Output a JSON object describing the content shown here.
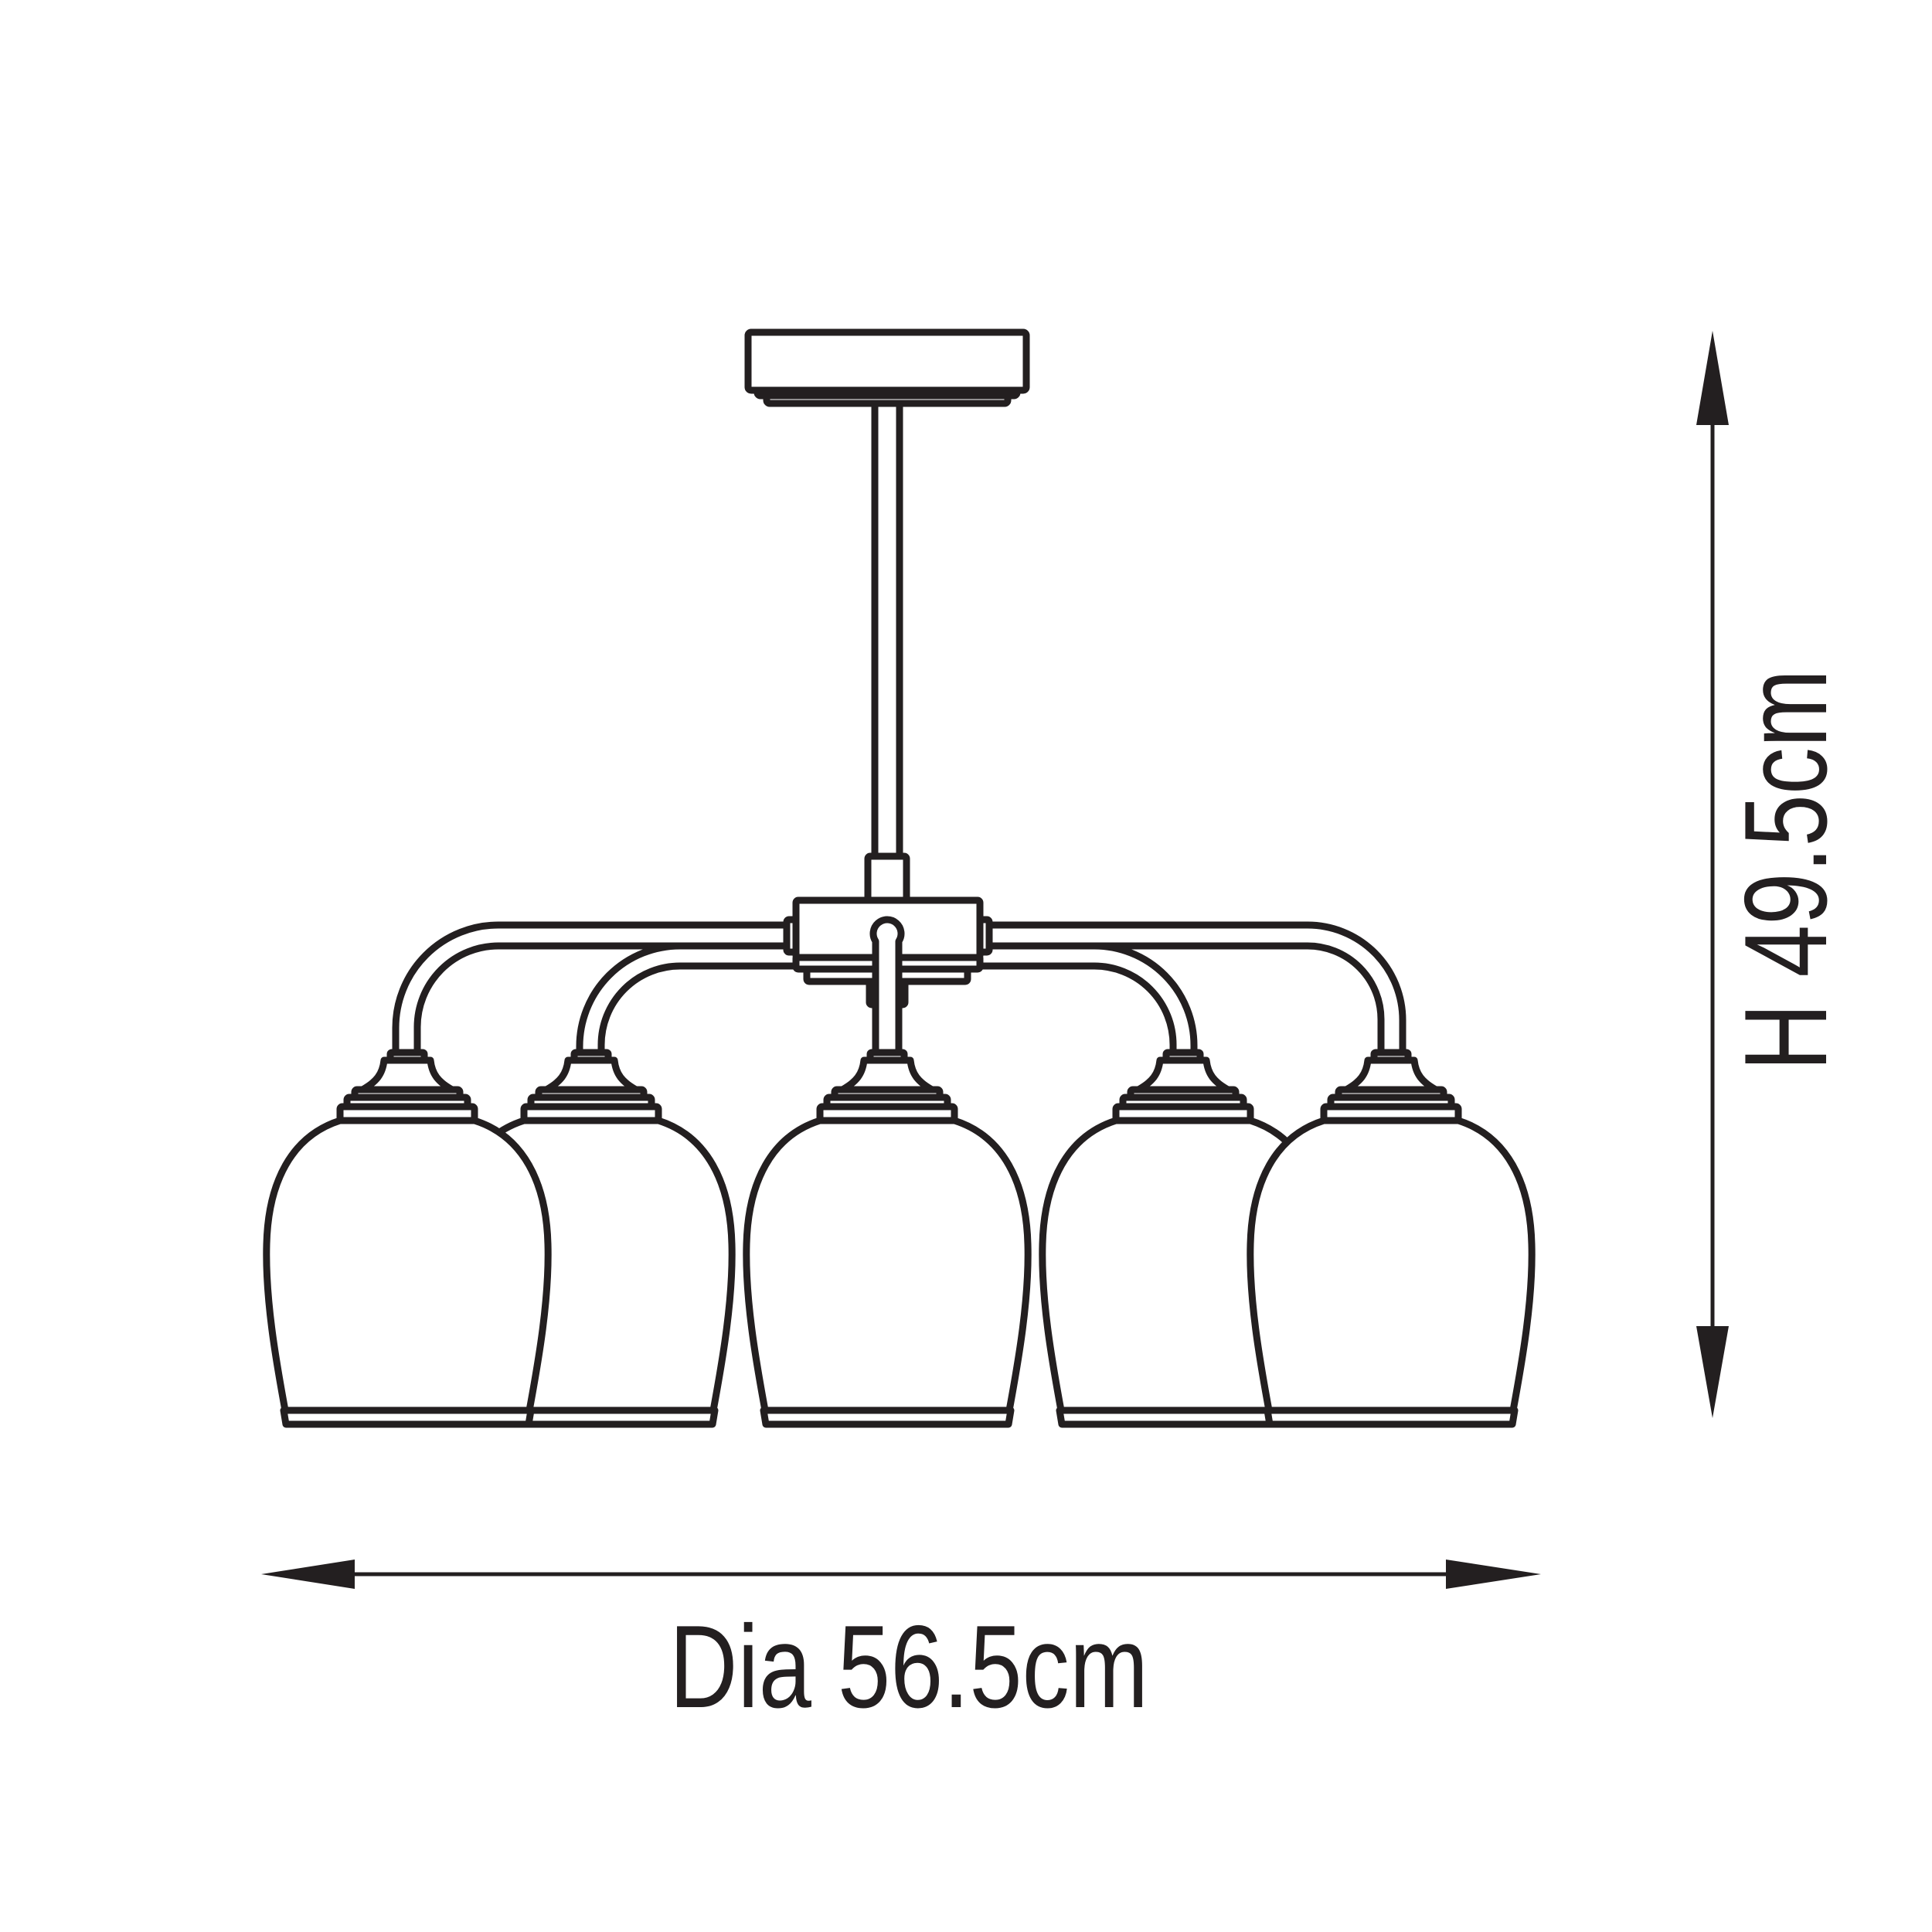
{
  "diagram": {
    "subject": "5-light ceiling fitting with glass shades",
    "line_color": "#231f20",
    "background": "#ffffff",
    "shade_count": 5,
    "dimensions": {
      "diameter": {
        "label": "Dia 56.5cm",
        "value": 56.5,
        "unit": "cm",
        "orientation": "horizontal"
      },
      "height": {
        "label": "H 49.5cm",
        "value": 49.5,
        "unit": "cm",
        "orientation": "vertical"
      }
    },
    "icons": {
      "arrow_left": "arrowhead-left-icon",
      "arrow_right": "arrowhead-right-icon",
      "arrow_up": "arrowhead-up-icon",
      "arrow_down": "arrowhead-down-icon"
    }
  }
}
